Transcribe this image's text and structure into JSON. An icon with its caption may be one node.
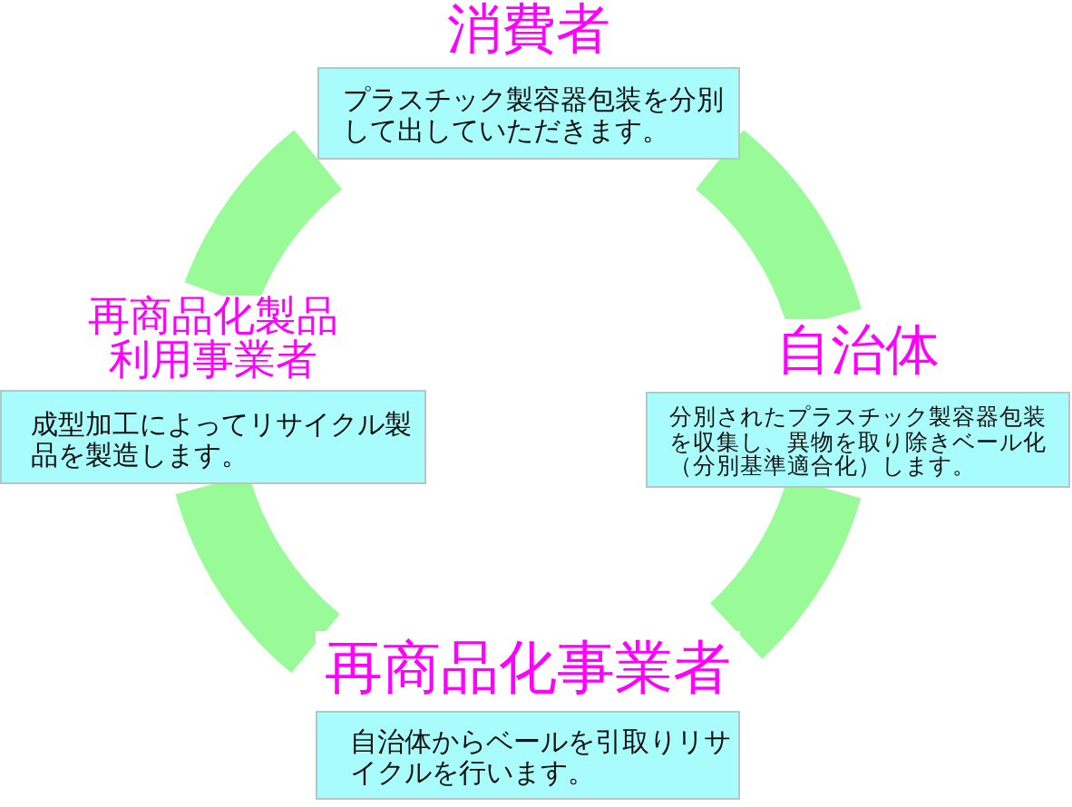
{
  "diagram": {
    "nodes": [
      {
        "text": [
          "消費者",
          "プラスチック製容器包装を分別して出していただきます。"
        ]
      },
      {
        "text": [
          "再商品化製品利用事業者",
          "成型加工によってリサイクル製品を製造します。"
        ]
      },
      {
        "text": [
          "自治体",
          "分別されたプラスチック製容器包装を収集し、異物を取り除きベール化（分別基準適合化）します。"
        ]
      },
      {
        "text": [
          "再商品化事業者",
          "自治体からベールを引取りリサイクルを行います。"
        ]
      }
    ],
    "edges": [
      {
        "from": 0,
        "to": 2,
        "arrow": "none"
      },
      {
        "from": 2,
        "to": 3,
        "arrow": "none"
      },
      {
        "from": 3,
        "to": 1,
        "arrow": "none"
      },
      {
        "from": 1,
        "to": 0,
        "arrow": "none"
      }
    ]
  }
}
